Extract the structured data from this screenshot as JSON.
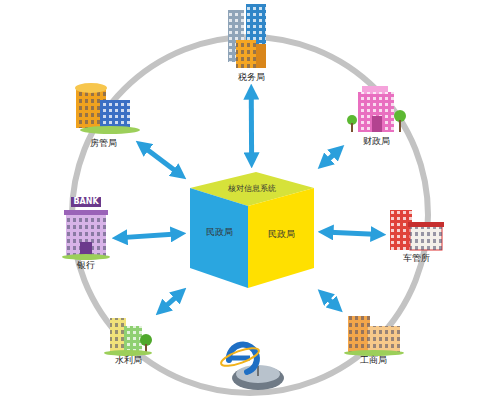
{
  "diagram": {
    "nodes": [
      {
        "text": [
          "税务局"
        ]
      },
      {
        "text": [
          "房管局"
        ]
      },
      {
        "text": [
          "财政局"
        ]
      },
      {
        "text": [
          "核对信息系统",
          "民政局",
          "民政局"
        ]
      },
      {
        "text": [
          "银行"
        ]
      },
      {
        "text": [
          "车管所"
        ]
      },
      {
        "text": [
          "水利局"
        ]
      },
      {
        "text": [
          "工商局"
        ]
      }
    ],
    "edges": [
      {
        "from": 3,
        "to": 0,
        "arrow": "both"
      },
      {
        "from": 3,
        "to": 1,
        "arrow": "both"
      },
      {
        "from": 3,
        "to": 2,
        "arrow": "both"
      },
      {
        "from": 3,
        "to": 4,
        "arrow": "both"
      },
      {
        "from": 3,
        "to": 5,
        "arrow": "both"
      },
      {
        "from": 3,
        "to": 6,
        "arrow": "both"
      },
      {
        "from": 3,
        "to": 7,
        "arrow": "both"
      }
    ],
    "labels": [
      "BANK"
    ]
  }
}
